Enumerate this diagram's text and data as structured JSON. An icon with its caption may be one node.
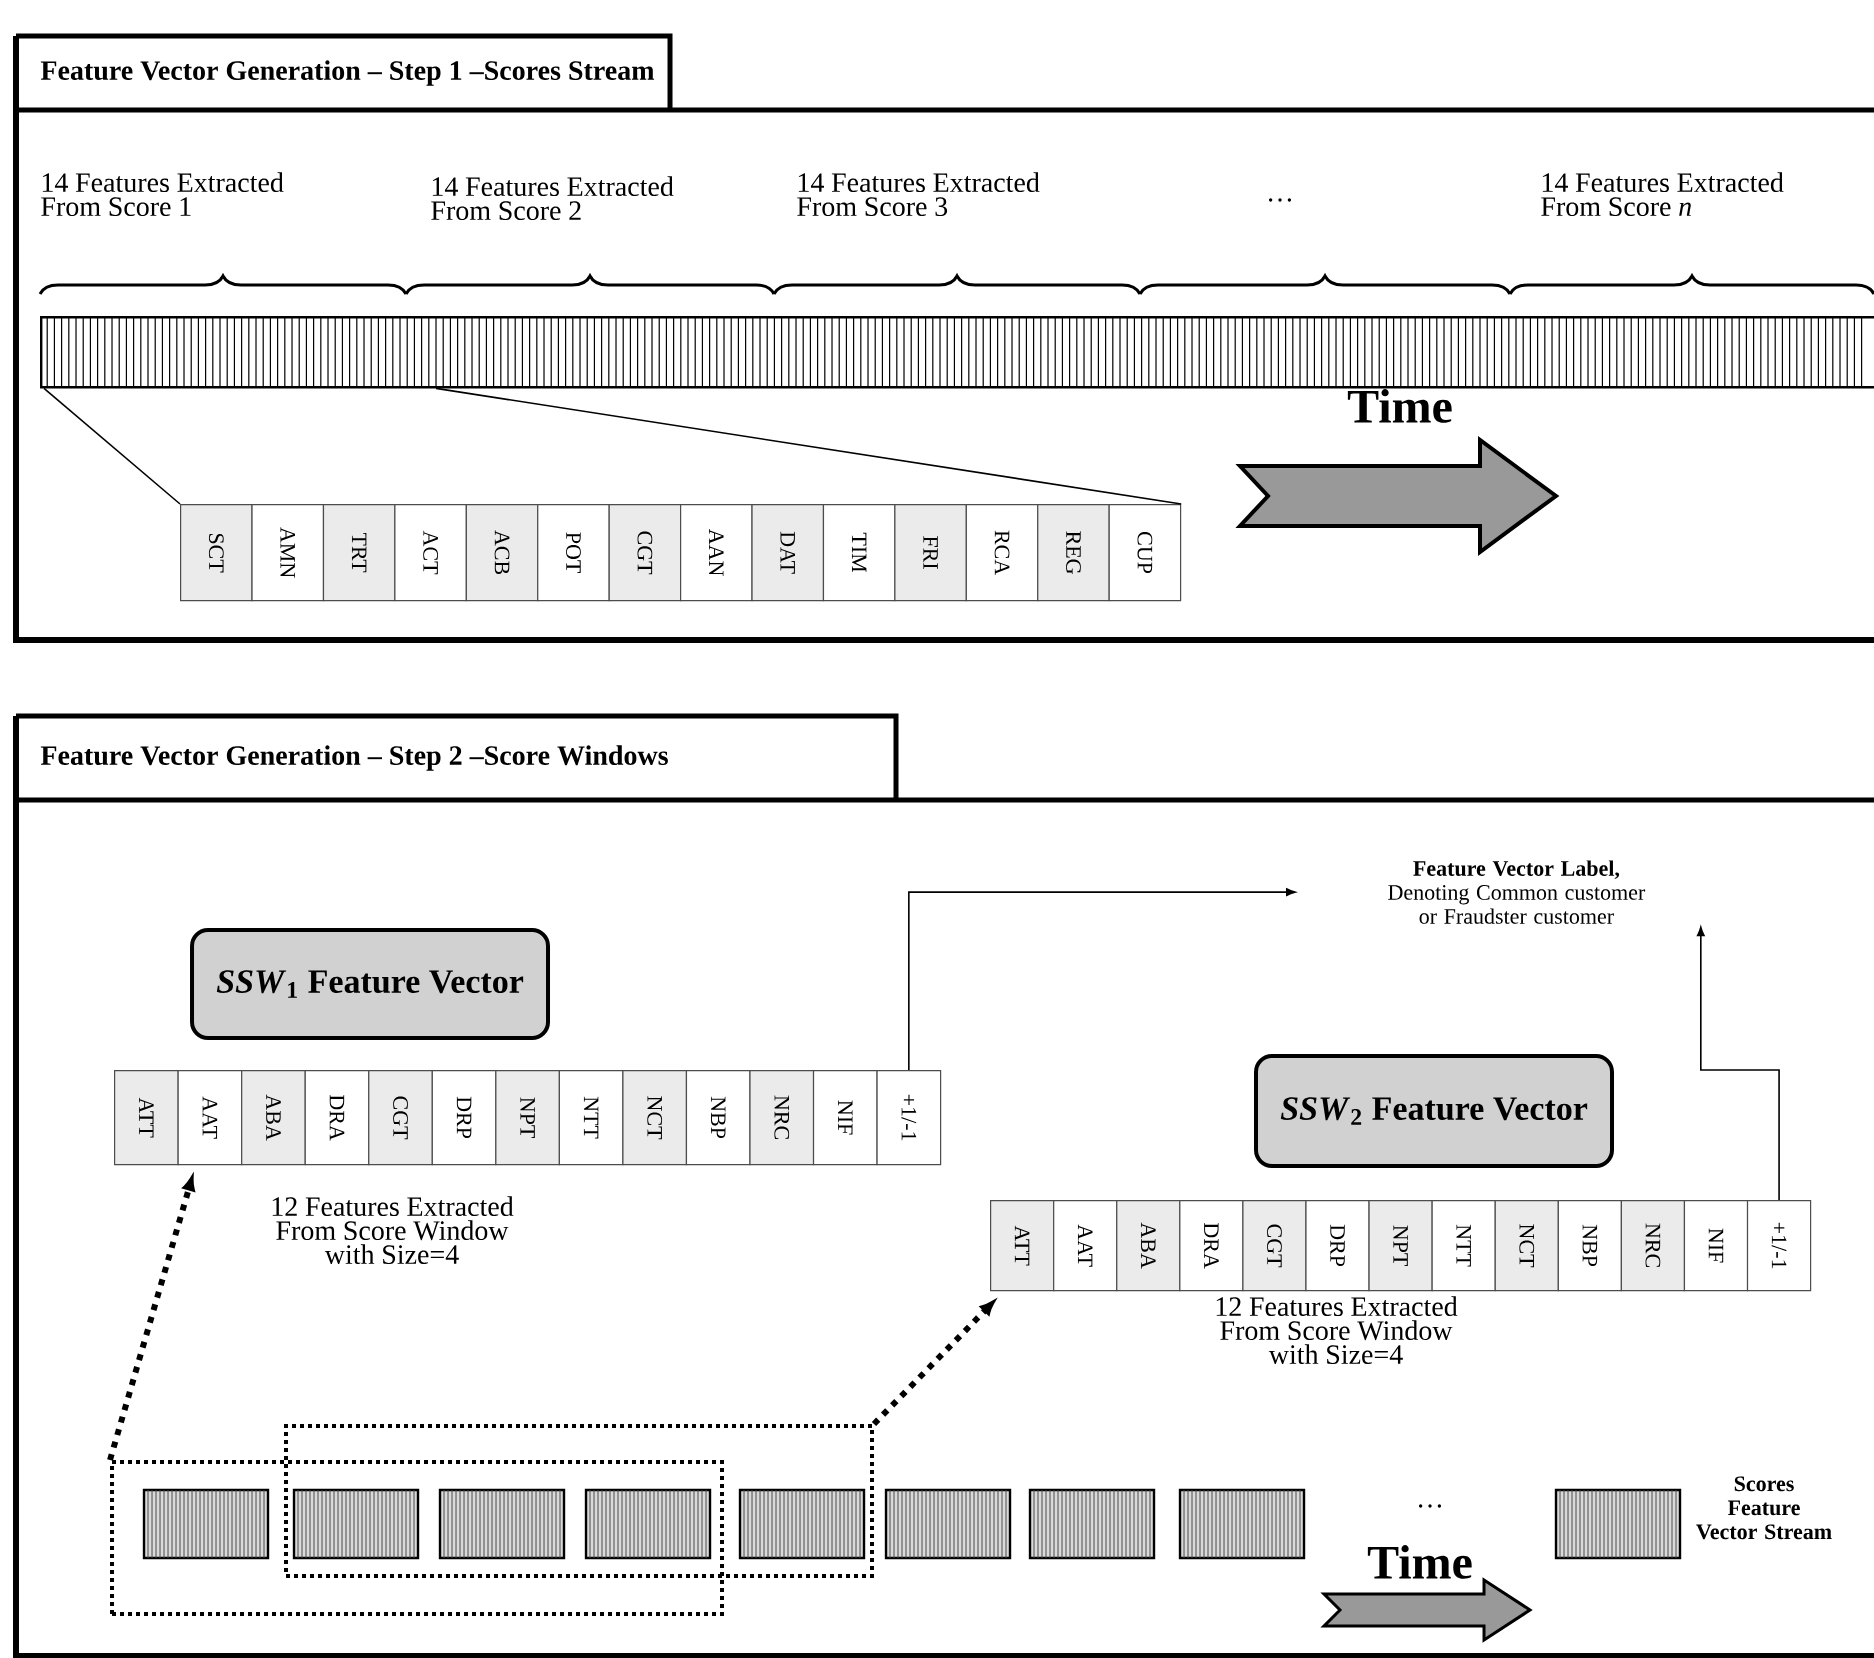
{
  "diagram": {
    "nodes": [
      {
        "text": [
          "Feature Vector Generation – Step 1 –Scores Stream"
        ]
      },
      {
        "text": [
          "SCT"
        ],
        "in": 0
      },
      {
        "text": [
          "AMN"
        ],
        "in": 0
      },
      {
        "text": [
          "TRT"
        ],
        "in": 0
      },
      {
        "text": [
          "ACT"
        ],
        "in": 0
      },
      {
        "text": [
          "ACB"
        ],
        "in": 0
      },
      {
        "text": [
          "POT"
        ],
        "in": 0
      },
      {
        "text": [
          "CGT"
        ],
        "in": 0
      },
      {
        "text": [
          "AAN"
        ],
        "in": 0
      },
      {
        "text": [
          "DAT"
        ],
        "in": 0
      },
      {
        "text": [
          "TIM"
        ],
        "in": 0
      },
      {
        "text": [
          "FRI"
        ],
        "in": 0
      },
      {
        "text": [
          "RCA"
        ],
        "in": 0
      },
      {
        "text": [
          "REG"
        ],
        "in": 0
      },
      {
        "text": [
          "CUP"
        ],
        "in": 0
      },
      {
        "text": [
          "Feature Vector Generation – Step 2 –Score Windows"
        ]
      },
      {
        "text": [
          "*SSW*$_{1}$ Feature Vector"
        ],
        "in": 15
      },
      {
        "text": [
          "ATT"
        ],
        "in": 15
      },
      {
        "text": [
          "AAT"
        ],
        "in": 15
      },
      {
        "text": [
          "ABA"
        ],
        "in": 15
      },
      {
        "text": [
          "DRA"
        ],
        "in": 15
      },
      {
        "text": [
          "CGT"
        ],
        "in": 15
      },
      {
        "text": [
          "DRP"
        ],
        "in": 15
      },
      {
        "text": [
          "NPT"
        ],
        "in": 15
      },
      {
        "text": [
          "NTT"
        ],
        "in": 15
      },
      {
        "text": [
          "NCT"
        ],
        "in": 15
      },
      {
        "text": [
          "NBP"
        ],
        "in": 15
      },
      {
        "text": [
          "NRC"
        ],
        "in": 15
      },
      {
        "text": [
          "NIF"
        ],
        "in": 15
      },
      {
        "text": [
          "+1/-1"
        ],
        "in": 15
      },
      {
        "text": [
          "Feature Vector Label,",
          "Denoting Common customer or Fraudster customer"
        ],
        "in": 15
      },
      {
        "text": [
          "*SSW*$_{2}$ Feature Vector"
        ],
        "in": 15
      },
      {
        "text": [
          "ATT"
        ],
        "in": 15
      },
      {
        "text": [
          "AAT"
        ],
        "in": 15
      },
      {
        "text": [
          "ABA"
        ],
        "in": 15
      },
      {
        "text": [
          "DRA"
        ],
        "in": 15
      },
      {
        "text": [
          "CGT"
        ],
        "in": 15
      },
      {
        "text": [
          "DRP"
        ],
        "in": 15
      },
      {
        "text": [
          "NPT"
        ],
        "in": 15
      },
      {
        "text": [
          "NTT"
        ],
        "in": 15
      },
      {
        "text": [
          "NCT"
        ],
        "in": 15
      },
      {
        "text": [
          "NBP"
        ],
        "in": 15
      },
      {
        "text": [
          "NRC"
        ],
        "in": 15
      },
      {
        "text": [
          "NIF"
        ],
        "in": 15
      },
      {
        "text": [
          "+1/-1"
        ],
        "in": 15
      },
      {
        "text": [],
        "shape": "box",
        "in": 15
      },
      {
        "text": [],
        "shape": "box",
        "in": 15
      },
      {
        "text": [],
        "shape": "bar",
        "in": 0
      }
    ],
    "edges": [
      {
        "from": 29,
        "to": 30,
        "arrow": "to"
      },
      {
        "from": 44,
        "to": 30,
        "arrow": "to"
      },
      {
        "from": 45,
        "to": 18,
        "arrow": "to",
        "style": "dashed"
      },
      {
        "from": 46,
        "to": 32,
        "arrow": "to",
        "style": "dashed"
      },
      {
        "from": 47,
        "to": 1,
        "arrow": "none"
      },
      {
        "from": 47,
        "to": 14,
        "arrow": "none"
      }
    ],
    "labels": [
      "14 Features Extracted From Score 1",
      "14 Features Extracted From Score 2",
      "14 Features Extracted From Score 3",
      "…",
      "14 Features Extracted From Score *n*",
      "Time",
      "12 Features Extracted From Score Window with Size=4",
      "12 Features Extracted From Score Window with Size=4",
      "…",
      "Time",
      "Scores Feature Vector Stream"
    ]
  }
}
